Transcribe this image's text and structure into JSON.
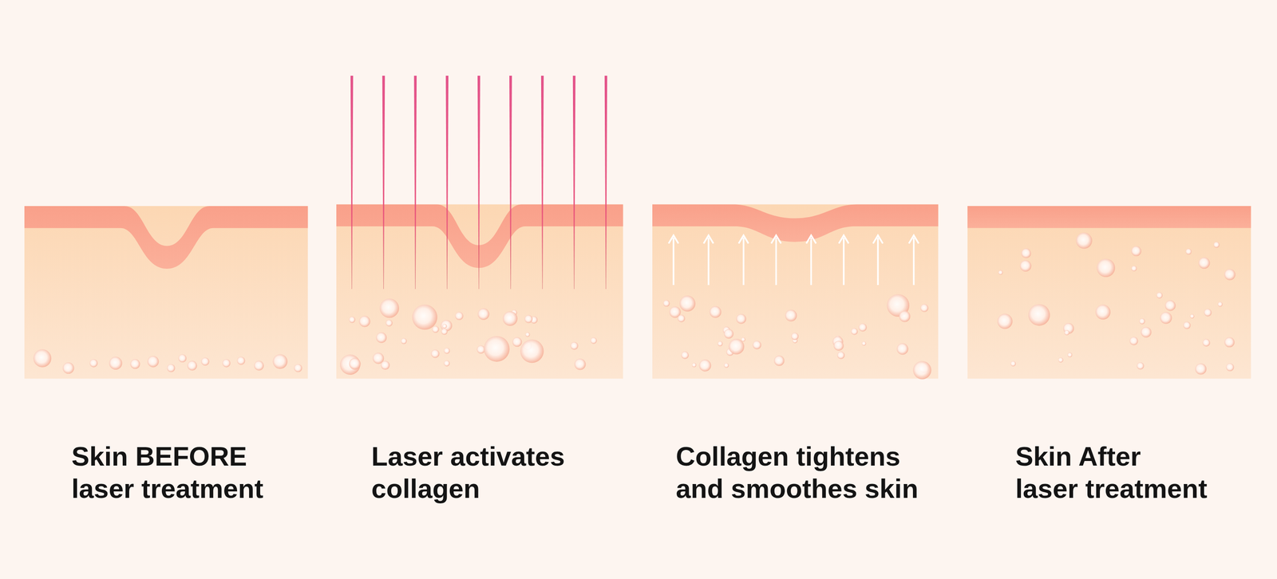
{
  "diagram": {
    "labels": [
      "Skin BEFORE laser treatment",
      "Laser activates collagen",
      "Collagen tightens and smoothes skin",
      "Skin After laser treatment"
    ]
  }
}
